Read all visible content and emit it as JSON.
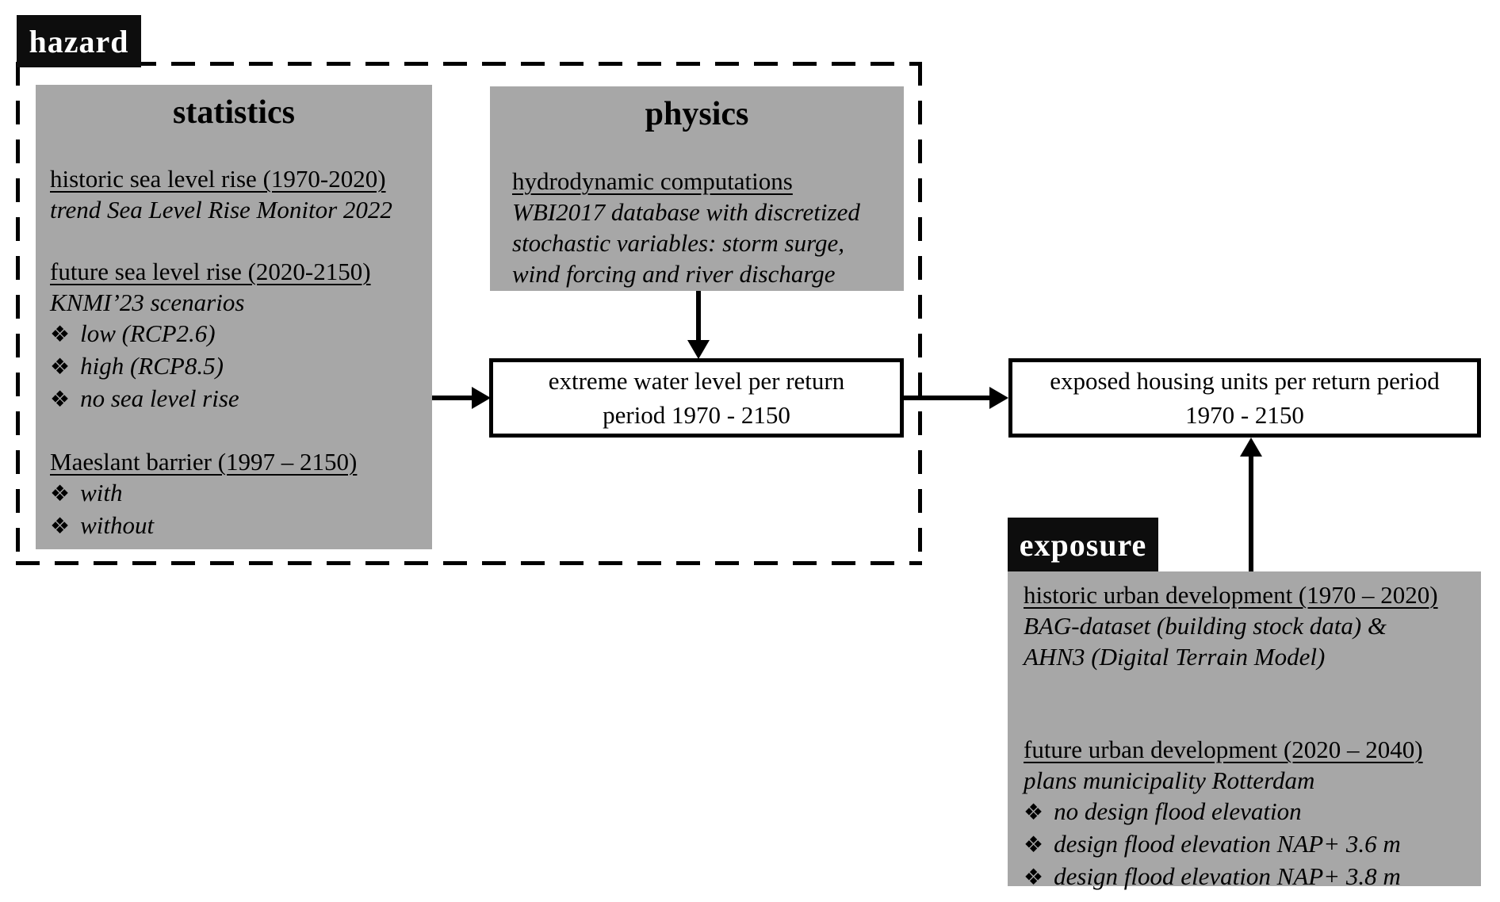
{
  "hazard": {
    "label": "hazard",
    "statistics": {
      "title": "statistics",
      "s1_heading": "historic sea level rise (1970-2020)",
      "s1_line": "trend Sea Level Rise Monitor 2022",
      "s2_heading": "future sea level rise (2020-2150)",
      "s2_line": "KNMI’23 scenarios",
      "s2_bullets": [
        "low (RCP2.6)",
        "high (RCP8.5)",
        "no sea level rise"
      ],
      "s3_heading": "Maeslant barrier (1997 – 2150)",
      "s3_bullets": [
        "with",
        "without"
      ]
    },
    "physics": {
      "title": "physics",
      "heading": "hydrodynamic computations",
      "line1": "WBI2017 database with discretized",
      "line2": "stochastic variables: storm surge,",
      "line3": "wind forcing and river discharge"
    }
  },
  "flow": {
    "extreme_node_line1": "extreme water level per return",
    "extreme_node_line2": "period 1970 - 2150",
    "exposed_node_line1": "exposed housing units per return period",
    "exposed_node_line2": "1970 - 2150"
  },
  "exposure": {
    "label": "exposure",
    "s1_heading": "historic urban development (1970 – 2020)",
    "s1_line1": "BAG-dataset (building stock data) &",
    "s1_line2": "AHN3 (Digital Terrain Model)",
    "s2_heading": "future urban development (2020 – 2040)",
    "s2_line": "plans municipality Rotterdam",
    "s2_bullets": [
      "no design flood elevation",
      "design flood elevation NAP+ 3.6 m",
      "design flood elevation NAP+ 3.8 m"
    ]
  },
  "bullet_glyph": "❖",
  "colors": {
    "box_gray": "#a7a7a7",
    "label_bg": "#0d0d0d",
    "line_black": "#000000"
  }
}
